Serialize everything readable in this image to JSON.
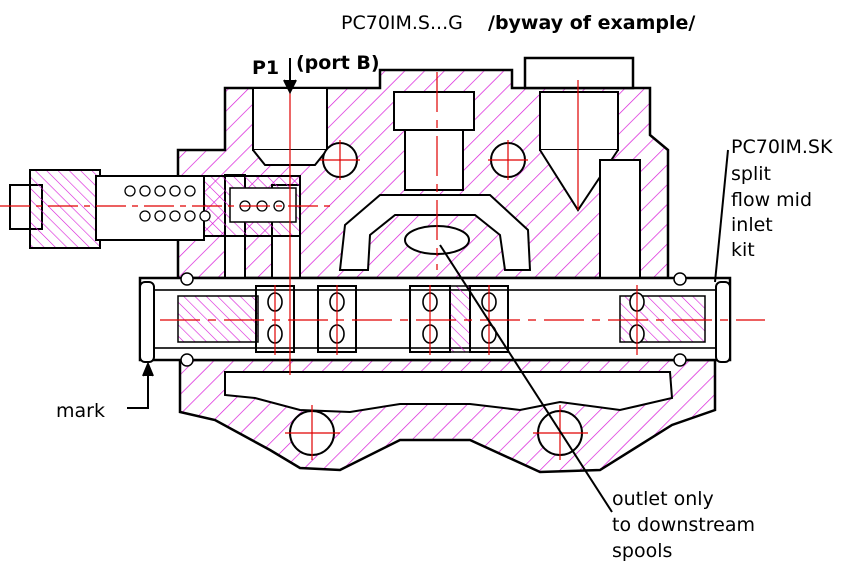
{
  "title": {
    "part_code": "PC70IM.S...G",
    "note": "/byway of example/"
  },
  "labels": {
    "p1": "P1",
    "port_b": "(port B)",
    "kit_lines": [
      "PC70IM.SK",
      "split",
      "flow mid",
      "inlet",
      "kit"
    ],
    "mark": "mark",
    "outlet_lines": [
      "outlet only",
      "to downstream",
      "spools"
    ]
  },
  "colors": {
    "hatch": "#d81bd8",
    "centerline": "#e00000",
    "outline": "#000000",
    "background": "#ffffff"
  }
}
